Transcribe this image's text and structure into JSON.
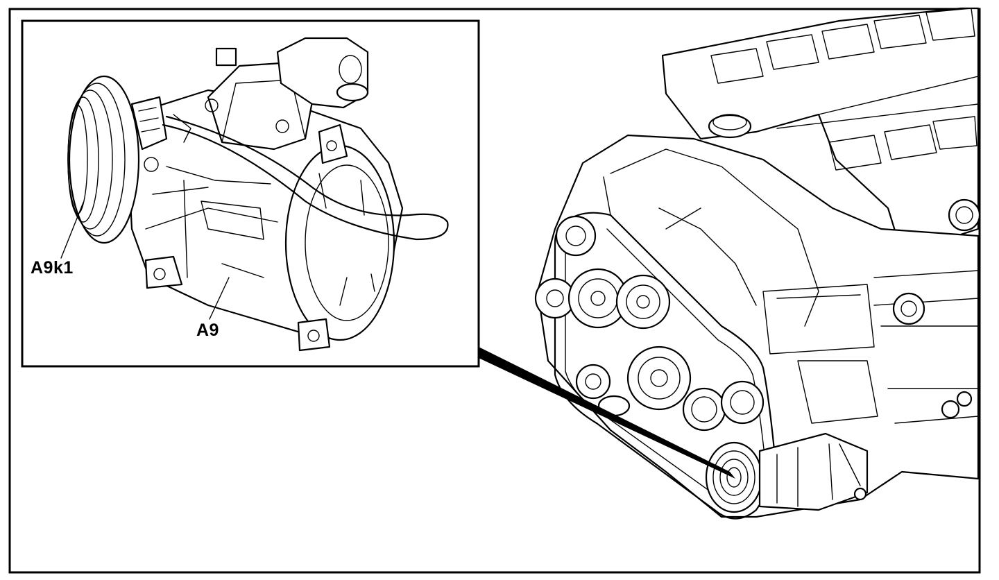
{
  "labels": {
    "clutch": "A9k1",
    "compressor": "A9"
  },
  "icons": [
    "ac-compressor-illustration",
    "engine-illustration"
  ],
  "colors": {
    "line": "#000000",
    "background": "#ffffff"
  }
}
